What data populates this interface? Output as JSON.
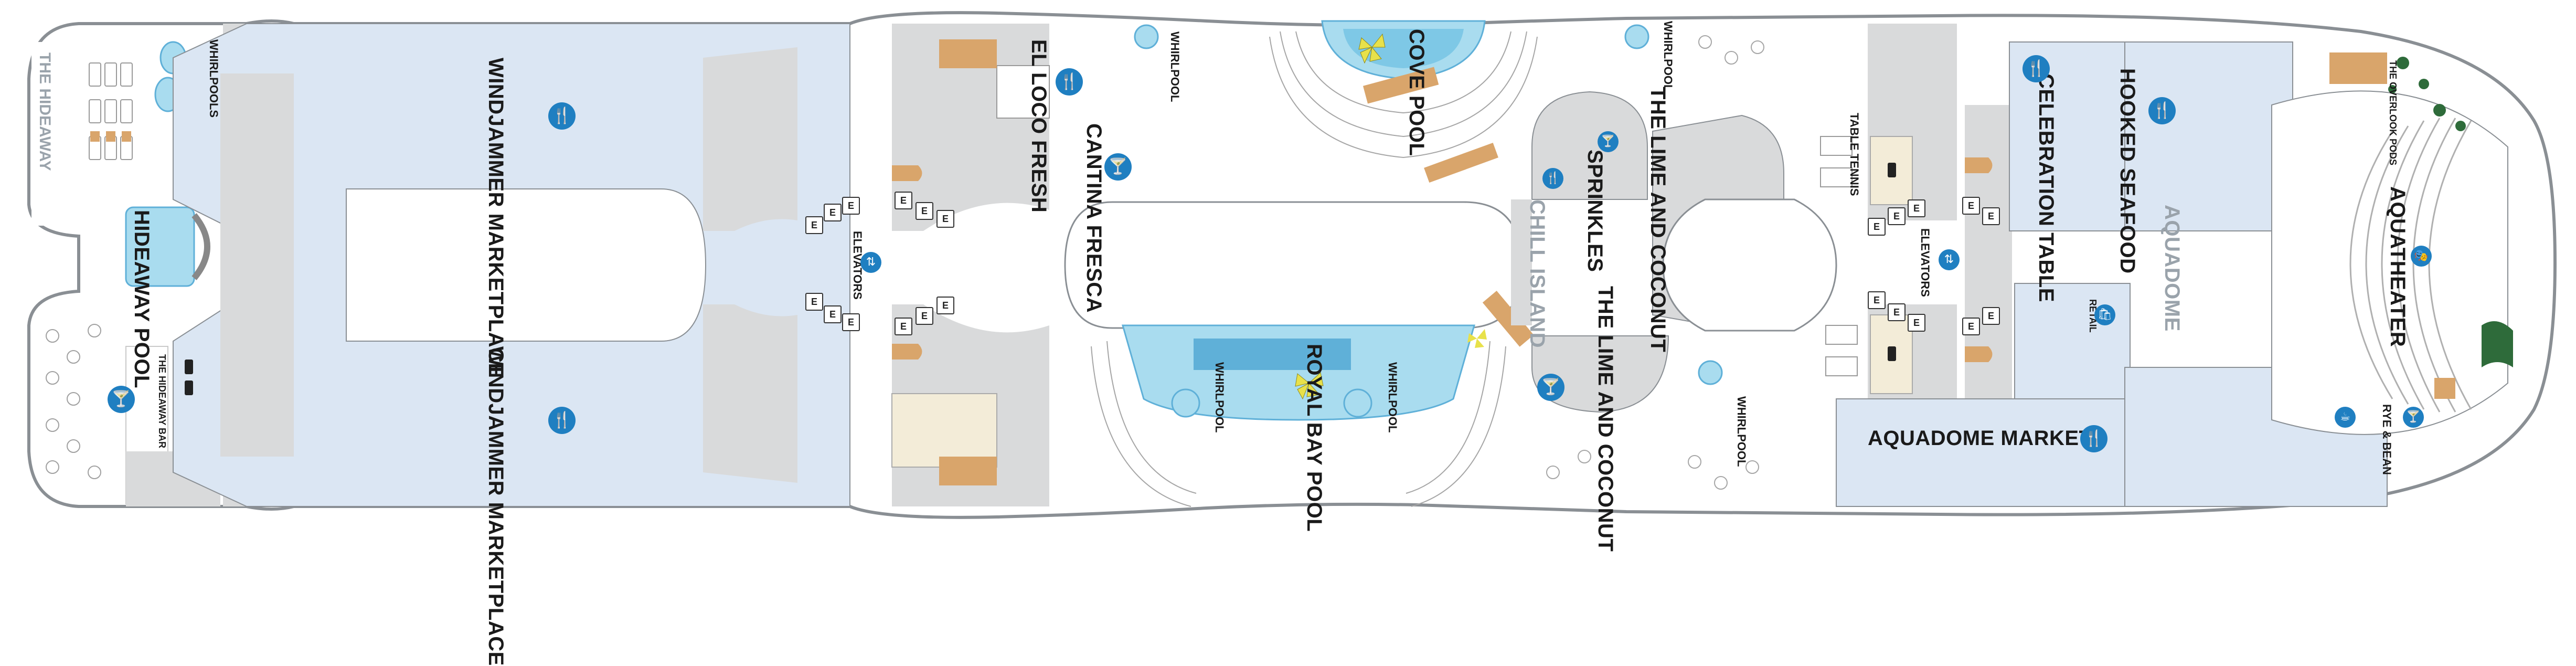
{
  "labels": {
    "the_hideaway": "THE HIDEAWAY",
    "whirlpools": "WHIRLPOOLS",
    "hideaway_pool": "HIDEAWAY POOL",
    "hideaway_bar": "THE HIDEAWAY BAR",
    "windjammer_1": "WINDJAMMER MARKETPLACE",
    "windjammer_2": "WINDJAMMER MARKETPLACE",
    "elevators_fwd": "ELEVATORS",
    "el_loco_fresh": "EL LOCO FRESH",
    "cantina_fresca": "CANTINA FRESCA",
    "whirlpool_1": "WHIRLPOOL",
    "cove_pool": "COVE POOL",
    "whirlpool_2": "WHIRLPOOL",
    "lime_coconut_1": "THE LIME AND COCONUT",
    "sprinkles": "SPRINKLES",
    "chill_island": "CHILL ISLAND",
    "lime_coconut_2": "THE LIME AND COCONUT",
    "royal_bay_pool": "ROYAL BAY POOL",
    "whirlpool_3": "WHIRLPOOL",
    "whirlpool_4": "WHIRLPOOL",
    "whirlpool_5": "WHIRLPOOL",
    "table_tennis": "TABLE TENNIS",
    "elevators_aft": "ELEVATORS",
    "celebration_table": "CELEBRATION TABLE",
    "hooked_seafood": "HOOKED SEAFOOD",
    "retail": "RETAIL",
    "aquadome": "AQUADOME",
    "aquadome_market": "AQUADOME MARKET",
    "aquatheater": "AQUATHEATER",
    "overlook_pods": "THE OVERLOOK PODS",
    "rye_bean": "RYE & BEAN"
  },
  "icons": {
    "dining": "fork-knife-icon",
    "bar": "cocktail-glass-icon",
    "elevator": "elevator-icon",
    "restroom": "restroom-icon",
    "retail": "shopping-bag-icon",
    "theater": "theater-masks-icon",
    "cafe": "coffee-cup-icon",
    "whirlpool": "whirlpool-icon"
  },
  "glyphs": {
    "dining": "🍴",
    "bar": "🍸",
    "elevator": "⇅",
    "retail": "🛍",
    "theater": "🎭",
    "cafe": "☕",
    "elevator_letter": "E"
  },
  "colors": {
    "hull_outline": "#8a8f94",
    "deck_floor": "#ffffff",
    "interior_grey": "#d9dadb",
    "venue_blue": "#dbe6f3",
    "pool_blue": "#a9dcef",
    "pool_deep": "#5fb0d8",
    "icon_blue": "#1f7fc1",
    "wood_deck": "#d9a56b",
    "cream": "#f3ecd8",
    "umbrella_yellow": "#e8e14a",
    "green_plant": "#2e6b3a"
  }
}
